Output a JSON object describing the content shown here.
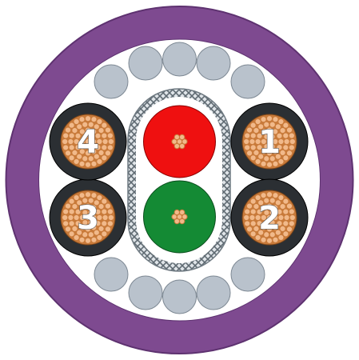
{
  "colors": {
    "jacket": "#7e4a90",
    "jacket_edge": "#5e3270",
    "filler": "#ffffff",
    "filler_strand": "#b9c2cc",
    "strand_edge": "#7d8893",
    "power_core_insulation": "#2b2f33",
    "copper": "#c87a3a",
    "copper_light": "#f1b98a",
    "signal_red": "#ef1010",
    "signal_green": "#148a34",
    "shield_braid": "#6f7a82"
  },
  "power_cores": [
    {
      "label": "1"
    },
    {
      "label": "2"
    },
    {
      "label": "3"
    },
    {
      "label": "4"
    }
  ],
  "signal_pair": [
    {
      "color_name": "red"
    },
    {
      "color_name": "green"
    }
  ],
  "icons": {
    "jacket": "cable-jacket",
    "braid": "braided-shield",
    "core": "stranded-copper-core"
  }
}
